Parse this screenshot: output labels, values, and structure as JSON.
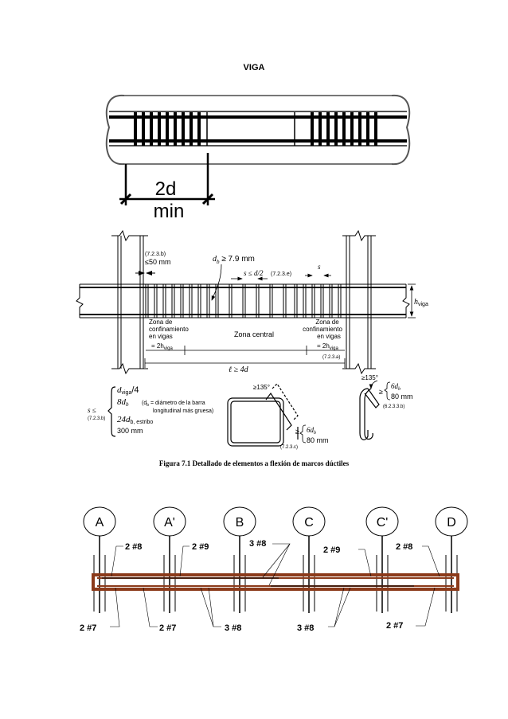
{
  "top": {
    "title": "VIGA",
    "dim_value": "2d",
    "dim_unit": "min"
  },
  "detail": {
    "ref_723b": "(7.2.3.b)",
    "le50": "≤50 mm",
    "db_label": "d",
    "db_sub": "b",
    "db_val": " ≥ 7.9 mm",
    "s_le_d2": "s ≤ d/2",
    "ref_723e": "(7.2.3.e)",
    "s_label": "s",
    "h_label": "h",
    "h_sub": "viga",
    "zona_left": [
      "Zona de",
      "confinamiento",
      "en vigas"
    ],
    "eq2h": "= 2h",
    "eq2h_sub": "viga",
    "zona_central": "Zona central",
    "zona_right": [
      "Zona de",
      "confinamiento",
      "en vigas"
    ],
    "ref_723a": "(7.2.3.a)",
    "ell": "ℓ ≥ 4d"
  },
  "formula": {
    "s_le": "s  ≤",
    "ref": "(7.2.3.b)",
    "l1": "d",
    "l1_sub": "viga",
    "l1_tail": "/4",
    "l2": "8d",
    "l2_sub": "b",
    "note": "(d",
    "note_sub": "b",
    "note_tail": " = diámetro de la barra",
    "note2": "longitudinal más gruesa)",
    "l3": "24d",
    "l3_sub": "b",
    "l3_tail": ", estribo",
    "l4": "300 mm"
  },
  "hook": {
    "angle": "≥135°",
    "ge": "≥",
    "v1": "6d",
    "v1_sub": "b",
    "v2": "80 mm",
    "ref_c": "(7.2.3.c)",
    "angle_r": "≥135°",
    "ref_b": "(6.2.3.3.b)"
  },
  "caption": "Figura 7.1   Detallado de elementos a flexión de marcos dúctiles",
  "frame": {
    "axes": [
      "A",
      "A'",
      "B",
      "C",
      "C'",
      "D"
    ],
    "labels_top": [
      "2 #8",
      "2 #9",
      "3 #8",
      "2 #9",
      "2 #8"
    ],
    "labels_bottom": [
      "2 #7",
      "2 #7",
      "3 #8",
      "3 #8",
      "2 #7"
    ]
  },
  "colors": {
    "beam": "#8B3A1A",
    "line": "#000000"
  }
}
